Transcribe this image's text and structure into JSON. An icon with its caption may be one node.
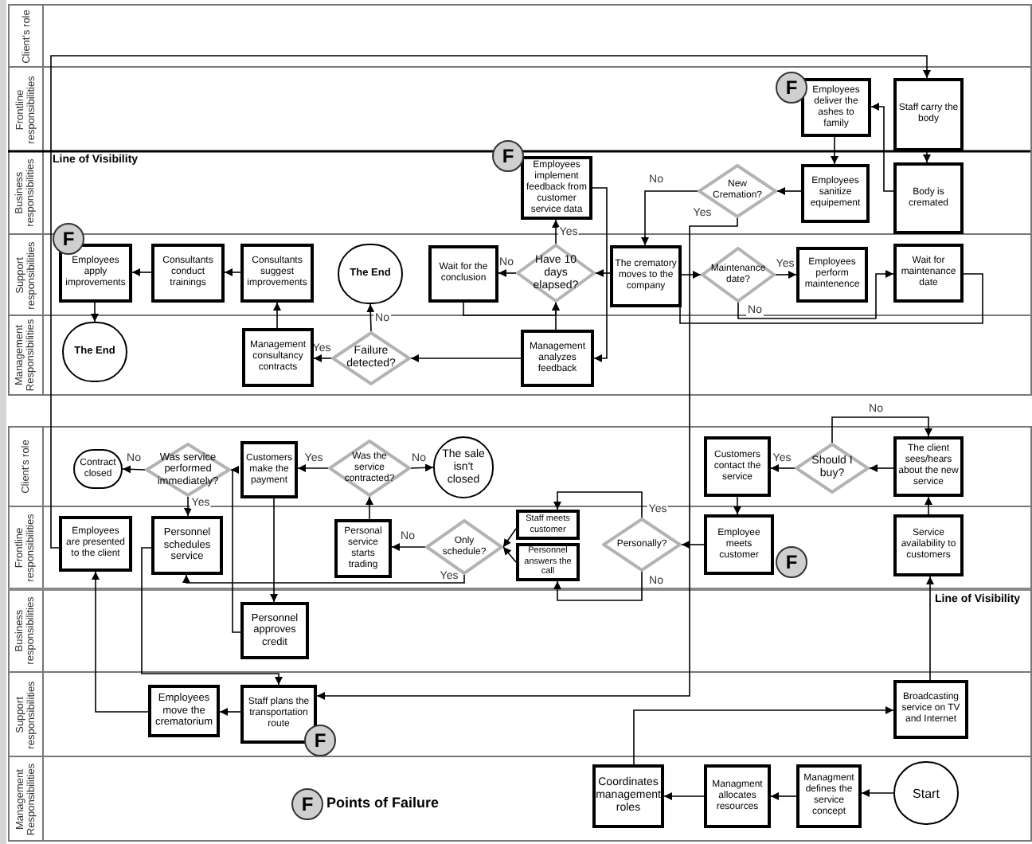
{
  "diagram": {
    "nodes": [
      {
        "text": [
          "Staff carry the body"
        ]
      },
      {
        "text": [
          "Employees deliver the ashes to family"
        ],
        "beside": [
          "F"
        ]
      },
      {
        "text": [
          "Employees sanitize equipement"
        ]
      },
      {
        "text": [
          "Body is cremated"
        ]
      },
      {
        "text": [
          "New Cremation?"
        ]
      },
      {
        "text": [
          "Employees implement feedback from customer service data"
        ],
        "beside": [
          "F"
        ]
      },
      {
        "text": [
          "The crematory moves to the company"
        ]
      },
      {
        "text": [
          "Maintenance date?"
        ]
      },
      {
        "text": [
          "Employees perform maintenence"
        ]
      },
      {
        "text": [
          "Wait for maintenance date"
        ]
      },
      {
        "text": [
          "Have 10 days elapsed?"
        ]
      },
      {
        "text": [
          "Wait for the conclusion"
        ]
      },
      {
        "text": [
          "The End"
        ]
      },
      {
        "text": [
          "Consultants suggest improvements"
        ]
      },
      {
        "text": [
          "Consultants conduct trainings"
        ]
      },
      {
        "text": [
          "Employees apply improvements"
        ],
        "beside": [
          "F"
        ]
      },
      {
        "text": [
          "The End"
        ]
      },
      {
        "text": [
          "Management consultancy contracts"
        ]
      },
      {
        "text": [
          "Failure detected?"
        ]
      },
      {
        "text": [
          "Management analyzes feedback"
        ]
      },
      {
        "text": [
          "The client sees/hears about the new service"
        ]
      },
      {
        "text": [
          "Should I buy?"
        ]
      },
      {
        "text": [
          "Customers contact the service"
        ]
      },
      {
        "text": [
          "Employee meets customer"
        ],
        "beside": [
          "F"
        ]
      },
      {
        "text": [
          "Service availability to customers"
        ]
      },
      {
        "text": [
          "Personally?"
        ]
      },
      {
        "text": [
          "Staff meets customer"
        ]
      },
      {
        "text": [
          "Personnel answers the call"
        ]
      },
      {
        "text": [
          "Only schedule?"
        ]
      },
      {
        "text": [
          "Personal service starts trading"
        ]
      },
      {
        "text": [
          "Was the service contracted?"
        ]
      },
      {
        "text": [
          "The sale isn't closed"
        ]
      },
      {
        "text": [
          "Customers make the payment"
        ]
      },
      {
        "text": [
          "Was service performed immediately?"
        ]
      },
      {
        "text": [
          "Contract closed"
        ]
      },
      {
        "text": [
          "Employees are presented to the client"
        ]
      },
      {
        "text": [
          "Personnel schedules service"
        ]
      },
      {
        "text": [
          "Personnel approves credit"
        ]
      },
      {
        "text": [
          "Staff plans the transportation route"
        ],
        "beside": [
          "F"
        ]
      },
      {
        "text": [
          "Employees move the crematorium"
        ]
      },
      {
        "text": [
          "Broadcasting service on TV and Internet"
        ]
      },
      {
        "text": [
          "Coordinates management roles"
        ]
      },
      {
        "text": [
          "Managment allocates resources"
        ]
      },
      {
        "text": [
          "Managment defines the service concept"
        ]
      },
      {
        "text": [
          "Start"
        ]
      }
    ],
    "edges": [
      {
        "from": 5,
        "to": 19,
        "arrow": "to"
      },
      {
        "from": 19,
        "to": 10,
        "arrow": "to"
      },
      {
        "from": 11,
        "to": 10,
        "arrow": "to"
      },
      {
        "from": 10,
        "to": 5,
        "arrow": "to",
        "label": "Yes"
      },
      {
        "from": 10,
        "to": 11,
        "arrow": "to",
        "label": "No"
      },
      {
        "from": 6,
        "to": 10,
        "arrow": "to"
      },
      {
        "from": 6,
        "to": 7,
        "arrow": "to"
      },
      {
        "from": 7,
        "to": 8,
        "arrow": "to",
        "label": "Yes"
      },
      {
        "from": 7,
        "to": 9,
        "arrow": "to",
        "label": "No"
      },
      {
        "from": 9,
        "to": 6,
        "arrow": "none"
      },
      {
        "from": 2,
        "to": 4,
        "arrow": "to"
      },
      {
        "from": 4,
        "to": 6,
        "arrow": "to",
        "label": "No"
      },
      {
        "from": 4,
        "to": 38,
        "arrow": "to",
        "label": "Yes"
      },
      {
        "from": 0,
        "to": 3,
        "arrow": "to"
      },
      {
        "from": 3,
        "to": 1,
        "arrow": "to"
      },
      {
        "from": 1,
        "to": 2,
        "arrow": "to"
      },
      {
        "from": 13,
        "to": 14,
        "arrow": "to"
      },
      {
        "from": 14,
        "to": 15,
        "arrow": "to"
      },
      {
        "from": 15,
        "to": 16,
        "arrow": "to"
      },
      {
        "from": 17,
        "to": 13,
        "arrow": "to"
      },
      {
        "from": 18,
        "to": 17,
        "arrow": "to",
        "label": "Yes"
      },
      {
        "from": 18,
        "to": 12,
        "arrow": "to",
        "label": "No"
      },
      {
        "from": 19,
        "to": 18,
        "arrow": "to"
      },
      {
        "from": 35,
        "to": 0,
        "arrow": "to"
      },
      {
        "from": 44,
        "to": 43,
        "arrow": "to"
      },
      {
        "from": 43,
        "to": 42,
        "arrow": "to"
      },
      {
        "from": 42,
        "to": 41,
        "arrow": "to"
      },
      {
        "from": 41,
        "to": 40,
        "arrow": "to"
      },
      {
        "from": 40,
        "to": 24,
        "arrow": "to"
      },
      {
        "from": 24,
        "to": 20,
        "arrow": "to"
      },
      {
        "from": 20,
        "to": 21,
        "arrow": "to"
      },
      {
        "from": 21,
        "to": 22,
        "arrow": "to",
        "label": "Yes"
      },
      {
        "from": 21,
        "to": 20,
        "arrow": "to",
        "label": "No"
      },
      {
        "from": 22,
        "to": 23,
        "arrow": "to"
      },
      {
        "from": 23,
        "to": 25,
        "arrow": "to"
      },
      {
        "from": 25,
        "to": 26,
        "arrow": "to",
        "label": "Yes"
      },
      {
        "from": 25,
        "to": 27,
        "arrow": "to",
        "label": "No"
      },
      {
        "from": 26,
        "to": 28,
        "arrow": "to"
      },
      {
        "from": 27,
        "to": 28,
        "arrow": "to"
      },
      {
        "from": 28,
        "to": 29,
        "arrow": "to",
        "label": "No"
      },
      {
        "from": 28,
        "to": 36,
        "arrow": "to",
        "label": "Yes"
      },
      {
        "from": 29,
        "to": 30,
        "arrow": "to"
      },
      {
        "from": 30,
        "to": 31,
        "arrow": "to",
        "label": "No"
      },
      {
        "from": 30,
        "to": 32,
        "arrow": "to",
        "label": "Yes"
      },
      {
        "from": 32,
        "to": 37,
        "arrow": "to"
      },
      {
        "from": 37,
        "to": 33,
        "arrow": "to"
      },
      {
        "from": 33,
        "to": 34,
        "arrow": "to",
        "label": "No"
      },
      {
        "from": 33,
        "to": 36,
        "arrow": "to",
        "label": "Yes"
      },
      {
        "from": 36,
        "to": 38,
        "arrow": "to"
      },
      {
        "from": 38,
        "to": 39,
        "arrow": "to"
      },
      {
        "from": 39,
        "to": 35,
        "arrow": "to"
      }
    ],
    "labels": [
      "Client's role",
      "Frontline responsibilities",
      "Business responsibilities",
      "Support responsibilities",
      "Management Responsibilities",
      "Line of Visibility",
      "Client's role",
      "Frontline responsibilities",
      "Business responsibilities",
      "Support responsibilities",
      "Management Responsibilities",
      "Line of Visibility",
      "F"
    ],
    "legend": [
      {
        "text": "Points of Failure"
      }
    ]
  }
}
